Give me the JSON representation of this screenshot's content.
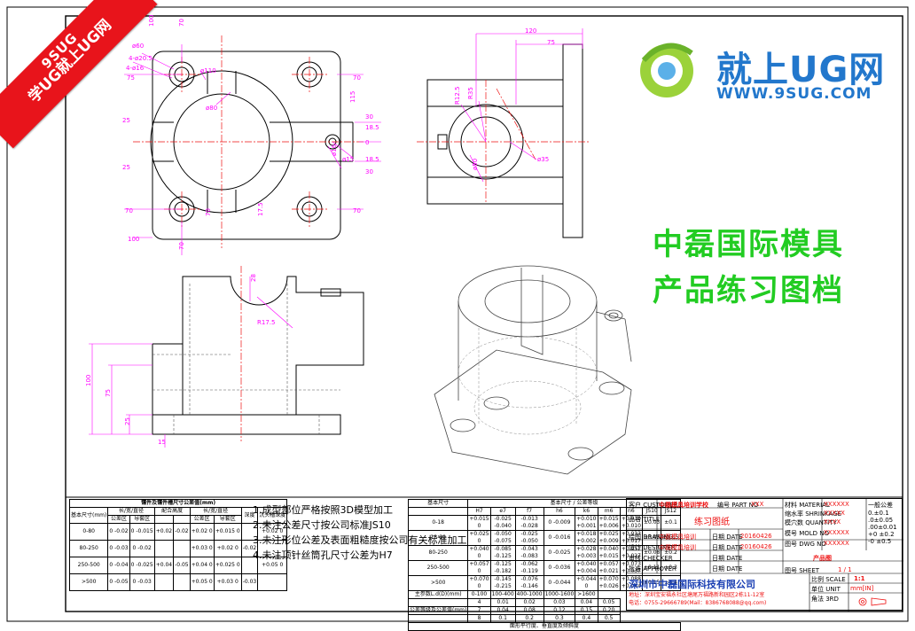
{
  "banner": {
    "line1": "9SUG",
    "line2": "学UG就上UG网"
  },
  "logo": {
    "name": "就上UG网",
    "url": "WWW.9SUG.COM"
  },
  "promo": {
    "line1": "中磊国际模具",
    "line2": "产品练习图档"
  },
  "dims": {
    "top_view": [
      "100",
      "70",
      "ø60",
      "4-ø20.5",
      "4-ø16",
      "75",
      "ø110",
      "25",
      "ø80",
      "25",
      "115",
      "30",
      "18.5",
      "0",
      "18.5",
      "30",
      "ø16",
      "ø15",
      "70",
      "70",
      "70",
      "70",
      "100",
      "70",
      "17.5",
      "17.5"
    ],
    "right_view": [
      "120",
      "75",
      "R12.5",
      "R35",
      "ø35",
      "ø50"
    ],
    "front_view": [
      "28",
      "R17.5",
      "100",
      "75",
      "25",
      "15"
    ]
  },
  "notes": [
    "1.成型部位严格按照3D模型加工",
    "2.未注公差尺寸按公司标准JS10",
    "3.未注形位公差及表面粗糙度按公司有关标准加工",
    "4.未注顶针丝筒孔尺寸公差为H7"
  ],
  "table_left": {
    "title": "镶件及镶件槽尺寸公差值(mm)",
    "rows": [
      [
        "0-80",
        "0 -0.02",
        "0 -0.015",
        "+0.02",
        "-0.02",
        "+0.02 0",
        "+0.015 0",
        "",
        "+0.02 0"
      ],
      [
        "80-250",
        "0 -0.03",
        "0 -0.02",
        "",
        "",
        "+0.03 0",
        "+0.02 0",
        "-0.02",
        ""
      ],
      [
        "250-500",
        "0 -0.04",
        "0 -0.025",
        "+0.04",
        "-0.05",
        "+0.04 0",
        "+0.025 0",
        "",
        "+0.05 0"
      ],
      [
        ">500",
        "0 -0.05",
        "0 -0.03",
        "",
        "",
        "+0.05 0",
        "+0.03 0",
        "-0.03",
        ""
      ]
    ],
    "headers": [
      "基本尺寸(mm)",
      "长/宽/直径",
      "",
      "配合高度",
      "",
      "长/宽/直径",
      "",
      "深度",
      "沉头槽深度"
    ],
    "sub": [
      "公差区",
      "导套区",
      "公差区",
      "导套区"
    ]
  },
  "table_mid": {
    "title": "基本尺寸 / 公差等级",
    "cols": [
      "H7",
      "e7",
      "f7",
      "h6",
      "k6",
      "m6",
      "n6",
      "JS10",
      "JS12"
    ],
    "rows": [
      [
        "0-18",
        "+0.015 0",
        "-0.025 -0.040",
        "-0.013 -0.028",
        "0 -0.009",
        "+0.010 +0.001",
        "+0.015 +0.006",
        "+0.019 +0.010",
        "±0.03",
        "±0.1"
      ],
      [
        "18-80",
        "+0.025 0",
        "-0.050 -0.075",
        "-0.025 -0.050",
        "0 -0.016",
        "+0.018 +0.002",
        "+0.025 +0.009",
        "+0.033 +0.017",
        "±0.05",
        "±0.15"
      ],
      [
        "80-250",
        "+0.040 0",
        "-0.085 -0.125",
        "-0.043 -0.083",
        "0 -0.025",
        "+0.028 +0.003",
        "+0.040 +0.015",
        "+0.052 +0.027",
        "±0.08",
        "±0.2"
      ],
      [
        "250-500",
        "+0.057 0",
        "-0.125 -0.182",
        "-0.062 -0.119",
        "0 -0.036",
        "+0.040 +0.004",
        "+0.057 +0.021",
        "+0.073 +0.037",
        "±0.11",
        "±0.3"
      ],
      [
        ">500",
        "+0.070 0",
        "-0.145 -0.215",
        "-0.076 -0.146",
        "0 -0.044",
        "+0.044 0",
        "+0.070 +0.026",
        "+0.088 +0.044",
        "±0.15",
        "±0.4"
      ]
    ],
    "bottom_rows": [
      [
        "主参数L.d(D)(mm)",
        "0-100",
        "100-400",
        "400-1000",
        "1000-1600",
        ">1600"
      ],
      [
        "",
        "4",
        "0.01",
        "0.02",
        "0.03",
        "0.04",
        "0.05"
      ],
      [
        "公差等级及公差值(mm)",
        "7",
        "0.04",
        "0.08",
        "0.12",
        "0.15",
        "0.20"
      ],
      [
        "",
        "8",
        "0.1",
        "0.2",
        "0.3",
        "0.4",
        "0.5"
      ]
    ],
    "side_label": "面形平行度、垂直度及倾斜度"
  },
  "title_block": {
    "customer_label": "客户 CUSTOMER",
    "customer": "中磊模具培训学校",
    "part_no_label": "编号 PART NO",
    "part_no": "XXX",
    "material_label": "材料 MATERIAL",
    "material": "XXXXXX",
    "shrink_label": "缩水率 SHRINKAGE",
    "shrink": "XXXXX",
    "qty_label": "模穴数 QUANTITY",
    "qty": "XXXX",
    "hole_label": "模号 MOLD NO",
    "hole": "XXXXXX",
    "dwg_label": "图号 DWG NO",
    "dwg": "XXXXXX",
    "title_label": "品名 TITLE",
    "title": "练习图纸",
    "drawing_label": "绘图 DRAWING",
    "designer_label": "设计 DESIGNER",
    "checker_label": "审核 CHECKER",
    "approver_label": "批准 APPROVER",
    "drawer": "中磊模具培训",
    "designer": "中磊模具培训",
    "date_label": "日期 DATE",
    "date1": "20160426",
    "date2": "20160426",
    "product_label": "产品图",
    "scale_label": "比例 SCALE",
    "scale": "1:1",
    "unit_label": "单位 UNIT",
    "unit": "mm[IN]",
    "sheet_label": "图号 SHEET",
    "sheet": "1 / 1",
    "proj_label": "角法 3RD",
    "tol_title": "一般公差",
    "tol_lines": [
      "0.±0.1",
      ".0±0.05",
      ".00±0.01",
      "+0 ±0.2",
      "-0 ±0.5"
    ],
    "company": "深圳市中磊国际科技有限公司",
    "address": "地址：深圳宝安福永社区塘尾万福路新和园区2栋11-12室",
    "phone": "电话：0755-29666789(Mail：8386768088@qq.com)"
  }
}
